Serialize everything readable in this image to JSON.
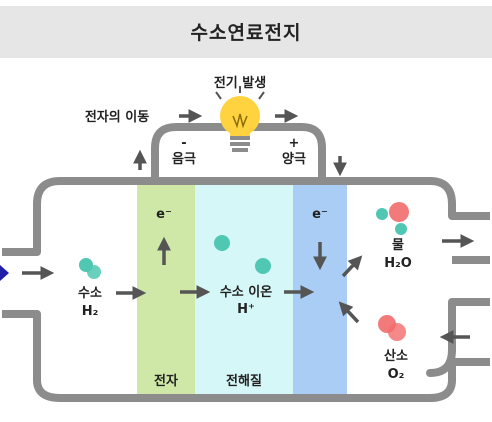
{
  "title": "수소연료전지",
  "labels": {
    "power_generation": "전기 발생",
    "electron_movement": "전자의 이동",
    "minus_sign": "-",
    "anode": "음극",
    "plus_sign": "+",
    "cathode": "양극",
    "electron_left": "e⁻",
    "electron_right": "e⁻",
    "hydrogen": "수소",
    "hydrogen_formula": "H₂",
    "hydrogen_ion": "수소 이온",
    "hydrogen_ion_formula": "H⁺",
    "water": "물",
    "water_formula": "H₂O",
    "oxygen": "산소",
    "oxygen_formula": "O₂",
    "electron_layer": "전자",
    "electrolyte": "전해질"
  },
  "colors": {
    "title_bg": "#e6e6e6",
    "wire": "#8c8c8c",
    "arrow": "#555555",
    "anode_layer": "#cfe8a8",
    "electrolyte_layer": "#d6f7f7",
    "cathode_layer": "#a9cdf5",
    "hydrogen_particle": "#4fc7b3",
    "oxygen_particle": "#f26b6b",
    "bulb": "#ffd23f",
    "inlet_arrow": "#1f1fa8"
  },
  "icons": [
    "light-bulb-icon",
    "arrow-icon"
  ]
}
